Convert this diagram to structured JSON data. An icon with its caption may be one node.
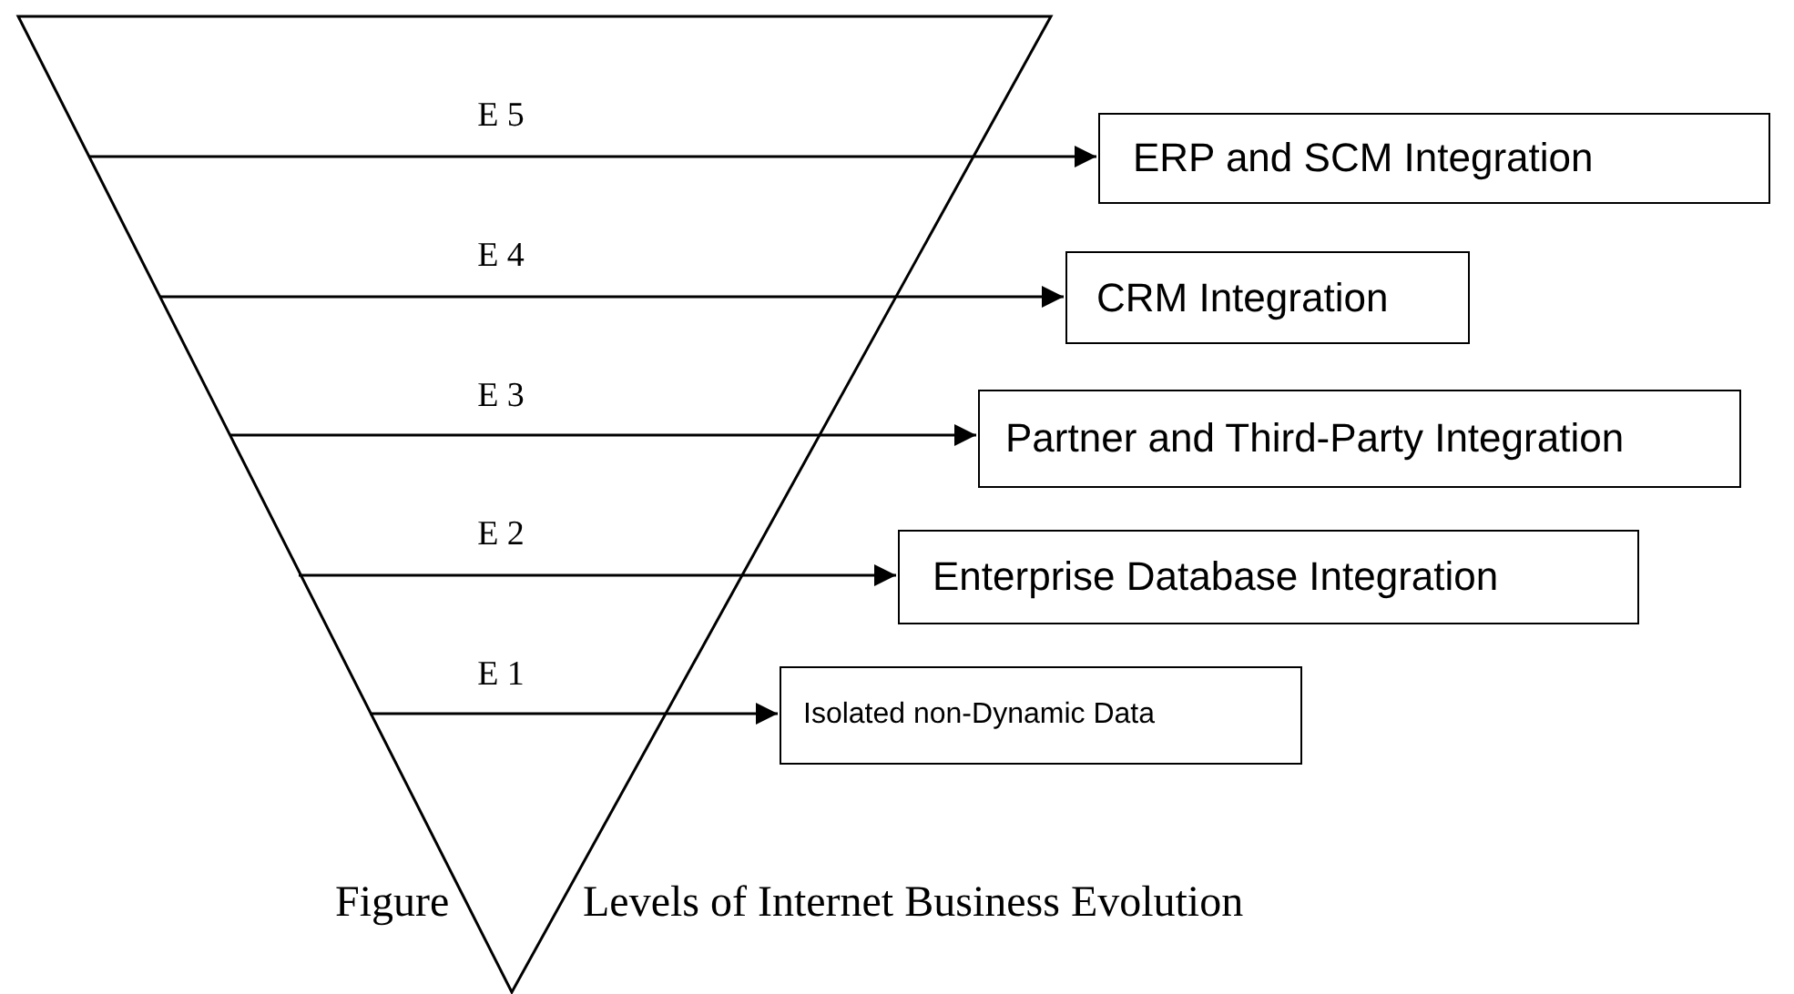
{
  "diagram": {
    "caption": "Figure Levels of Internet Business Evolution",
    "nodes": [
      {
        "text": [
          "ERP and SCM Integration"
        ]
      },
      {
        "text": [
          "CRM Integration"
        ]
      },
      {
        "text": [
          "Partner and Third-Party Integration"
        ]
      },
      {
        "text": [
          "Enterprise Database Integration"
        ]
      },
      {
        "text": [
          "Isolated non-Dynamic Data"
        ]
      }
    ],
    "edges": [
      {
        "from": null,
        "to": 0,
        "arrow": "to"
      },
      {
        "from": null,
        "to": 1,
        "arrow": "to"
      },
      {
        "from": null,
        "to": 2,
        "arrow": "to"
      },
      {
        "from": null,
        "to": 3,
        "arrow": "to"
      },
      {
        "from": null,
        "to": 4,
        "arrow": "to"
      }
    ],
    "labels": [
      "E 5",
      "E 4",
      "E 3",
      "E 2",
      "E 1"
    ]
  }
}
